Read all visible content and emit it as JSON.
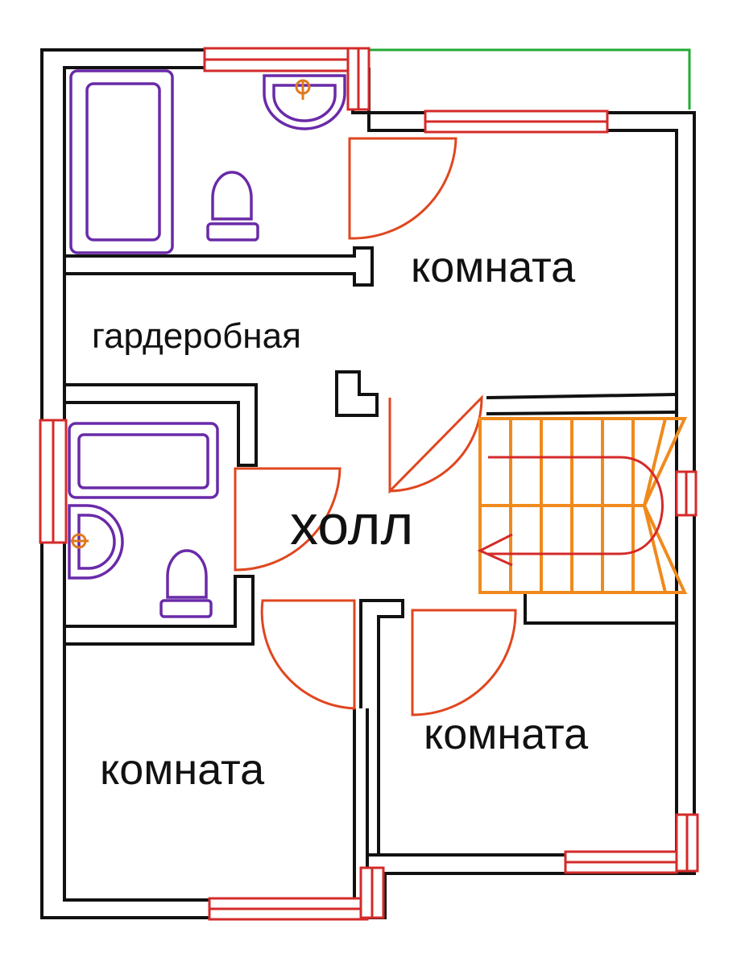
{
  "labels": {
    "room_top_right": "комната",
    "wardrobe": "гардеробная",
    "hall": "холл",
    "room_bottom_right": "комната",
    "room_bottom_left": "комната"
  },
  "colors": {
    "wall": "#111111",
    "window": "#d42a2a",
    "door": "#e0461f",
    "fixture": "#6a2aa8",
    "stairs": "#f08a1c",
    "balcony": "#22aa33",
    "drain": "#e07a1f"
  },
  "icons": {
    "bathtub": "bathtub-icon",
    "sink": "sink-icon",
    "toilet": "toilet-icon",
    "staircase": "staircase-icon"
  }
}
